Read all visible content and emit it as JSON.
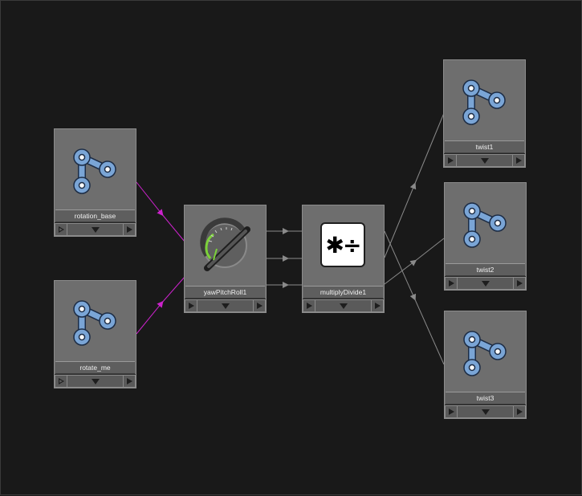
{
  "editor": {
    "background": "#191919"
  },
  "colors": {
    "node_body": "#6e6e6e",
    "joint_icon": "#7aa5d6",
    "wire_magenta": "#cc22cc",
    "wire_gray": "#8a8a8a",
    "gauge_green": "#7cd13a"
  },
  "nodes": [
    {
      "id": "rotation_base",
      "label": "rotation_base",
      "icon": "joint-icon"
    },
    {
      "id": "rotate_me",
      "label": "rotate_me",
      "icon": "joint-icon"
    },
    {
      "id": "yawPitchRoll1",
      "label": "yawPitchRoll1",
      "icon": "protractor-gauge-icon"
    },
    {
      "id": "multiplyDivide1",
      "label": "multiplyDivide1",
      "icon": "multiply-divide-icon",
      "symbol": "✱÷"
    },
    {
      "id": "twist1",
      "label": "twist1",
      "icon": "joint-icon"
    },
    {
      "id": "twist2",
      "label": "twist2",
      "icon": "joint-icon"
    },
    {
      "id": "twist3",
      "label": "twist3",
      "icon": "joint-icon"
    }
  ],
  "connections": [
    {
      "from": "rotation_base",
      "to": "yawPitchRoll1",
      "color": "magenta"
    },
    {
      "from": "rotate_me",
      "to": "yawPitchRoll1",
      "color": "magenta"
    },
    {
      "from": "yawPitchRoll1",
      "to": "multiplyDivide1",
      "color": "gray"
    },
    {
      "from": "yawPitchRoll1",
      "to": "multiplyDivide1",
      "color": "gray"
    },
    {
      "from": "yawPitchRoll1",
      "to": "multiplyDivide1",
      "color": "gray"
    },
    {
      "from": "multiplyDivide1",
      "to": "twist1",
      "color": "gray"
    },
    {
      "from": "multiplyDivide1",
      "to": "twist2",
      "color": "gray"
    },
    {
      "from": "multiplyDivide1",
      "to": "twist3",
      "color": "gray"
    }
  ]
}
